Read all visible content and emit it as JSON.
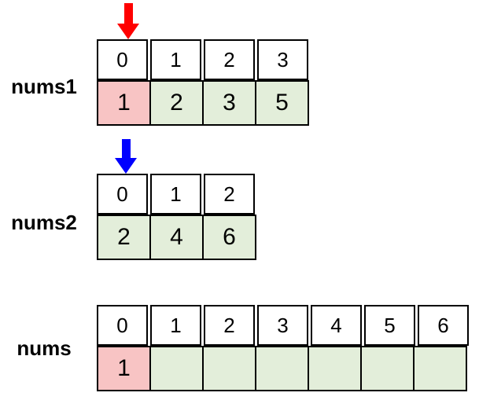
{
  "arrays": [
    {
      "name": "nums1",
      "indices": [
        "0",
        "1",
        "2",
        "3"
      ],
      "values": [
        "1",
        "2",
        "3",
        "5"
      ],
      "pointer": {
        "icon": "red-down-arrow-icon",
        "color": "#ff0000",
        "direction": "down",
        "at_index": 0
      }
    },
    {
      "name": "nums2",
      "indices": [
        "0",
        "1",
        "2"
      ],
      "values": [
        "2",
        "4",
        "6"
      ],
      "pointer": {
        "icon": "blue-down-arrow-icon",
        "color": "#0000ff",
        "direction": "down",
        "at_index": 0
      }
    },
    {
      "name": "nums",
      "indices": [
        "0",
        "1",
        "2",
        "3",
        "4",
        "5",
        "6"
      ],
      "values": [
        "1",
        "",
        "",
        "",
        "",
        "",
        ""
      ]
    }
  ],
  "colors": {
    "current_cell_pink": "#f8c4c4",
    "filled_cell_green": "#e3eeda",
    "red_pointer": "#ff0000",
    "blue_pointer": "#0000ff",
    "cell_border": "#000000",
    "background": "#ffffff",
    "text": "#000000"
  }
}
